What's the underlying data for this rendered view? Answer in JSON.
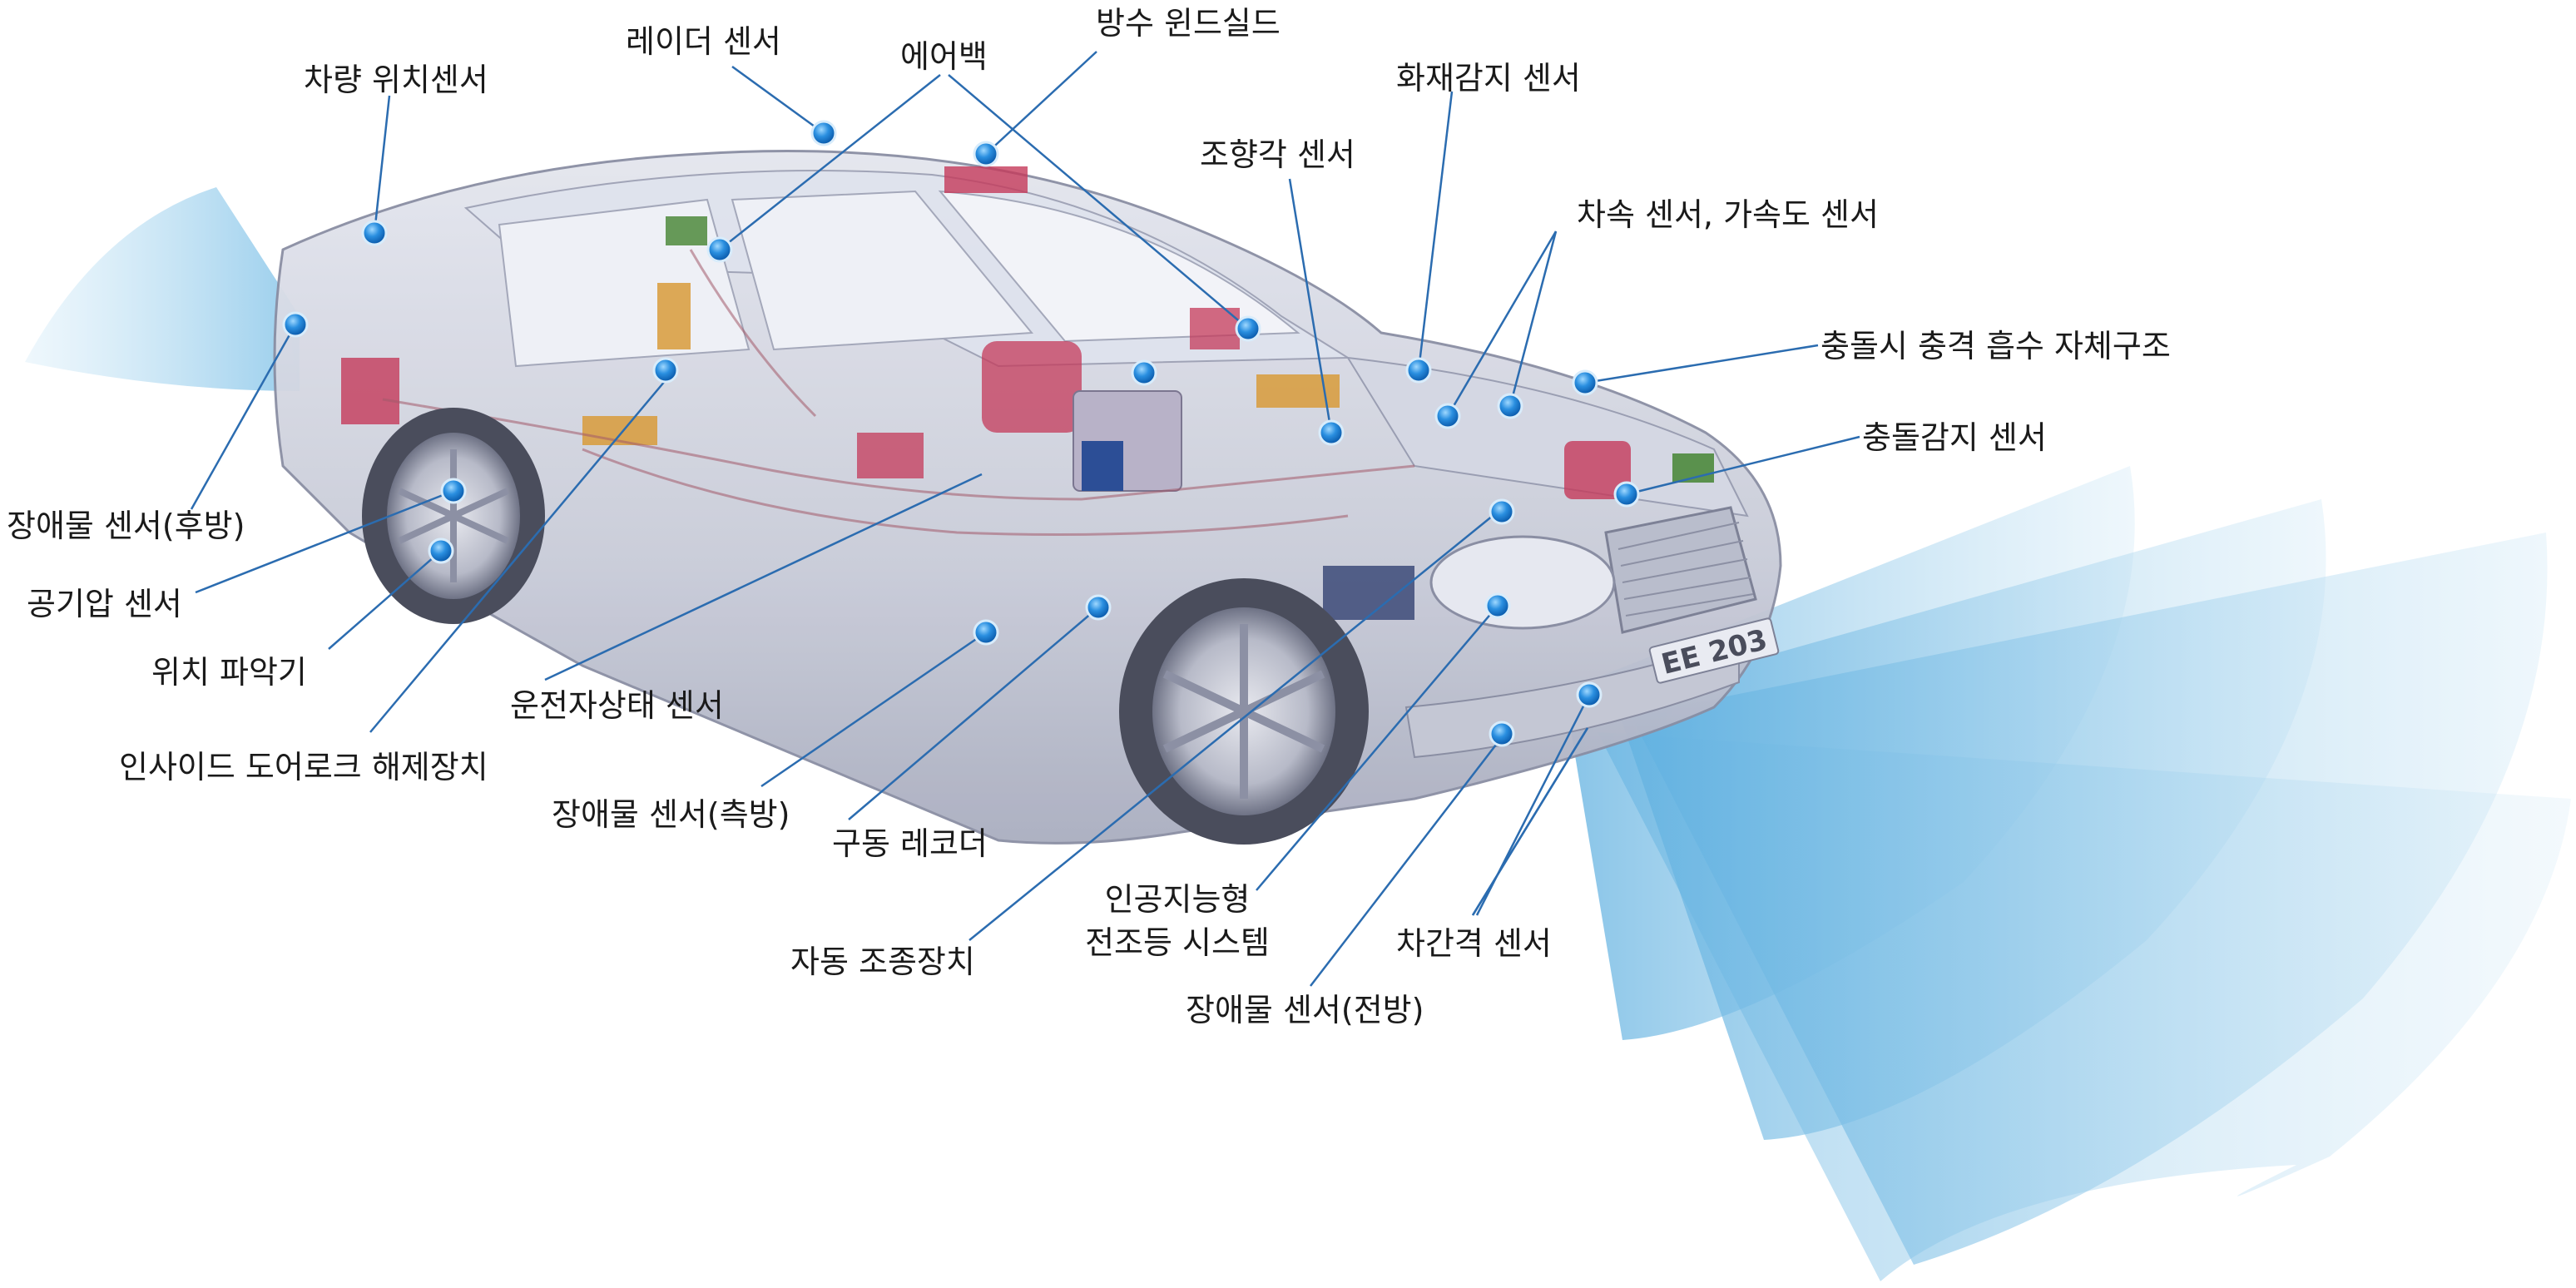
{
  "diagram": {
    "labels": {
      "vehicle_position_sensor": "차량 위치센서",
      "radar_sensor": "레이더 센서",
      "airbag": "에어백",
      "waterproof_windshield": "방수 윈드실드",
      "fire_detection_sensor": "화재감지 센서",
      "steering_angle_sensor": "조향각 센서",
      "speed_acceleration_sensor": "차속 센서, 가속도 센서",
      "impact_absorbing_body": "충돌시 충격 흡수 자체구조",
      "collision_detection_sensor": "충돌감지 센서",
      "obstacle_sensor_rear": "장애물 센서(후방)",
      "air_pressure_sensor": "공기압 센서",
      "position_locator": "위치 파악기",
      "inside_door_lock_release": "인사이드 도어로크 해제장치",
      "driver_state_sensor": "운전자상태 센서",
      "obstacle_sensor_side": "장애물 센서(측방)",
      "driving_recorder": "구동 레코더",
      "auto_steering_device": "자동 조종장치",
      "ai_headlamp_line1": "인공지능형",
      "ai_headlamp_line2": "전조등 시스템",
      "distance_sensor": "차간격 센서",
      "obstacle_sensor_front": "장애물 센서(전방)"
    },
    "plate_text": "EE 203",
    "colors": {
      "leader_line": "#2b6cb0",
      "sensor_dot": "#1e88e5",
      "beam": "#9fd0ea",
      "car_body": "#c9ccd8",
      "component": "#c43a5a"
    }
  }
}
